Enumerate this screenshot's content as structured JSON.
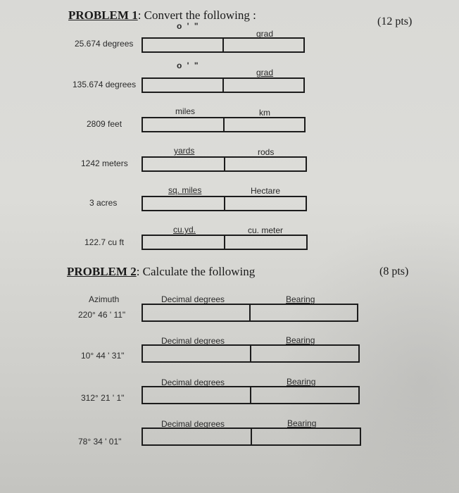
{
  "problem1": {
    "title_bold": "PROBLEM 1",
    "title_rest": ": Convert the following :",
    "points": "(12 pts)",
    "rows": [
      {
        "label": "25.674 degrees",
        "left_header": "o ' \"",
        "right_header": "grad"
      },
      {
        "label": "135.674 degrees",
        "left_header": "o ' \"",
        "right_header": "grad"
      },
      {
        "label": "2809 feet",
        "left_header": "miles",
        "right_header": "km"
      },
      {
        "label": "1242 meters",
        "left_header": "yards",
        "right_header": "rods"
      },
      {
        "label": "3 acres",
        "left_header": "sq. miles",
        "right_header": "Hectare"
      },
      {
        "label": "122.7 cu ft",
        "left_header": "cu.yd.",
        "right_header": "cu. meter"
      }
    ]
  },
  "problem2": {
    "title_bold": "PROBLEM 2",
    "title_rest": ": Calculate the following",
    "points": "(8 pts)",
    "azimuth_header": "Azimuth",
    "rows": [
      {
        "angle": "220° 46 ' 11\"",
        "left_header": "Decimal degrees",
        "right_header": "Bearing"
      },
      {
        "angle": "10° 44 ' 31\"",
        "left_header": "Decimal degrees",
        "right_header": "Bearing"
      },
      {
        "angle": "312° 21 ' 1\"",
        "left_header": "Decimal degrees",
        "right_header": "Bearing"
      },
      {
        "angle": "78° 34 ' 01\"",
        "left_header": "Decimal degrees",
        "right_header": "Bearing"
      }
    ]
  }
}
